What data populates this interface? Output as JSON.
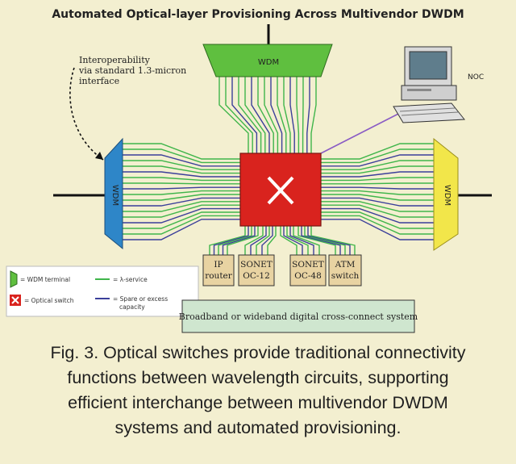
{
  "title": "Automated Optical-layer Provisioning Across Multivendor DWDM",
  "interop_note": [
    "Interoperability",
    "via standard 1.3-micron",
    "interface"
  ],
  "noc_label": "NOC",
  "wdm_label": "WDM",
  "tributaries": [
    {
      "lines": [
        "IP",
        "router"
      ]
    },
    {
      "lines": [
        "SONET",
        "OC-12"
      ]
    },
    {
      "lines": [
        "SONET",
        "OC-48"
      ]
    },
    {
      "lines": [
        "ATM",
        "switch"
      ]
    }
  ],
  "dcs_label": "Broadband or wideband digital cross-connect system",
  "legend": {
    "wdm_terminal": "= WDM terminal",
    "optical_switch": "= Optical switch",
    "lambda_service": "= λ-service",
    "spare": [
      "= Spare or excess",
      "capacity"
    ]
  },
  "caption": [
    "Fig. 3. Optical switches provide traditional connectivity",
    "functions between wavelength circuits, supporting",
    "efficient interchange between multivendor DWDM",
    "systems and automated provisioning."
  ],
  "colors": {
    "background": "#f3efd0",
    "wdm_top": "#5fbf3f",
    "wdm_left": "#2e86c8",
    "wdm_right": "#f2e64a",
    "optical_switch": "#d9231e",
    "lambda_service": "#3fb54a",
    "spare_capacity": "#3b3f9a",
    "tributary_box": "#e8d3a2",
    "dcs_box": "#cfe6cf"
  }
}
